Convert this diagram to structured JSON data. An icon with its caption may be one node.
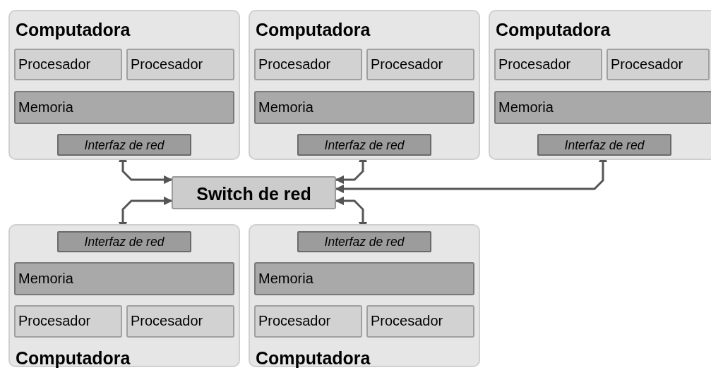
{
  "diagram": {
    "nodes": [
      {
        "text": [
          "Computadora"
        ]
      },
      {
        "text": [
          "Procesador"
        ],
        "in": 0
      },
      {
        "text": [
          "Procesador"
        ],
        "in": 0
      },
      {
        "text": [
          "Memoria"
        ],
        "in": 0
      },
      {
        "text": [
          "Interfaz de red"
        ],
        "in": 0
      },
      {
        "text": [
          "Computadora"
        ]
      },
      {
        "text": [
          "Procesador"
        ],
        "in": 5
      },
      {
        "text": [
          "Procesador"
        ],
        "in": 5
      },
      {
        "text": [
          "Memoria"
        ],
        "in": 5
      },
      {
        "text": [
          "Interfaz de red"
        ],
        "in": 5
      },
      {
        "text": [
          "Computadora"
        ]
      },
      {
        "text": [
          "Procesador"
        ],
        "in": 10
      },
      {
        "text": [
          "Procesador"
        ],
        "in": 10
      },
      {
        "text": [
          "Memoria"
        ],
        "in": 10
      },
      {
        "text": [
          "Interfaz de red"
        ],
        "in": 10
      },
      {
        "text": [
          "Switch de red"
        ]
      },
      {
        "text": [
          "Computadora"
        ]
      },
      {
        "text": [
          "Interfaz de red"
        ],
        "in": 16
      },
      {
        "text": [
          "Memoria"
        ],
        "in": 16
      },
      {
        "text": [
          "Procesador"
        ],
        "in": 16
      },
      {
        "text": [
          "Procesador"
        ],
        "in": 16
      },
      {
        "text": [
          "Computadora"
        ]
      },
      {
        "text": [
          "Interfaz de red"
        ],
        "in": 21
      },
      {
        "text": [
          "Memoria"
        ],
        "in": 21
      },
      {
        "text": [
          "Procesador"
        ],
        "in": 21
      },
      {
        "text": [
          "Procesador"
        ],
        "in": 21
      }
    ],
    "edges": [
      {
        "from": 4,
        "to": 15,
        "arrow": "both"
      },
      {
        "from": 9,
        "to": 15,
        "arrow": "both"
      },
      {
        "from": 14,
        "to": 15,
        "arrow": "both"
      },
      {
        "from": 17,
        "to": 15,
        "arrow": "both"
      },
      {
        "from": 22,
        "to": 15,
        "arrow": "both"
      }
    ]
  }
}
